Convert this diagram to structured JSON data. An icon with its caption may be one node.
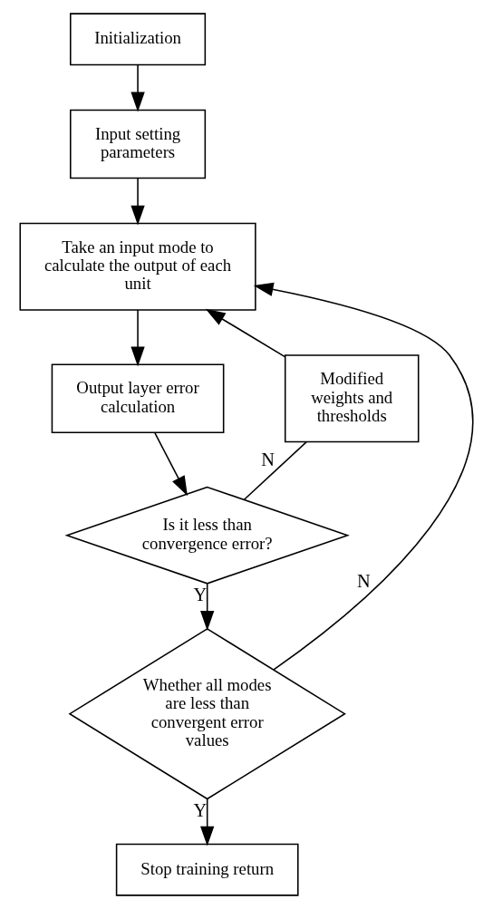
{
  "diagram": {
    "nodes": [
      {
        "text": [
          "Initialization"
        ]
      },
      {
        "text": [
          "Input setting parameters"
        ]
      },
      {
        "text": [
          "Take an input mode to calculate the output of each unit"
        ]
      },
      {
        "text": [
          "Output layer error calculation"
        ]
      },
      {
        "text": [
          "Is it less than convergence error?"
        ]
      },
      {
        "text": [
          "Modified weights and thresholds"
        ]
      },
      {
        "text": [
          "Whether all modes are less than convergent error values"
        ]
      },
      {
        "text": [
          "Stop training return"
        ]
      }
    ],
    "edges": [
      {
        "from": 0,
        "to": 1,
        "arrow": "to"
      },
      {
        "from": 1,
        "to": 2,
        "arrow": "to"
      },
      {
        "from": 2,
        "to": 3,
        "arrow": "to"
      },
      {
        "from": 3,
        "to": 4,
        "arrow": "to"
      },
      {
        "from": 4,
        "to": 5,
        "arrow": "none",
        "label": "N"
      },
      {
        "from": 5,
        "to": 2,
        "arrow": "to"
      },
      {
        "from": 4,
        "to": 6,
        "arrow": "to",
        "label": "Y"
      },
      {
        "from": 6,
        "to": 2,
        "arrow": "to",
        "label": "N"
      },
      {
        "from": 6,
        "to": 7,
        "arrow": "to",
        "label": "Y"
      }
    ]
  }
}
